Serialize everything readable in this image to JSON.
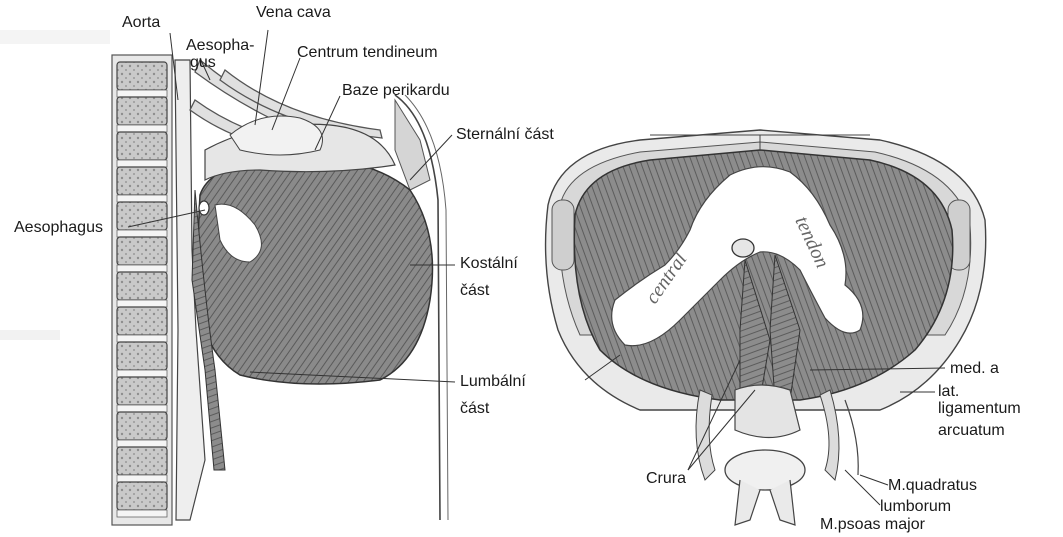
{
  "left_figure": {
    "labels": {
      "aorta": "Aorta",
      "vena_cava": "Vena cava",
      "aesophagus_top_1": "Aesopha-",
      "aesophagus_top_2": "gus",
      "centrum_tendineum": "Centrum tendineum",
      "baze_perikardu": "Baze perikardu",
      "sternalni_cast": "Sternální část",
      "aesophagus_side": "Aesophagus",
      "kostalni_1": "Kostální",
      "kostalni_2": "část",
      "lumbalni_1": "Lumbální",
      "lumbalni_2": "část"
    }
  },
  "right_figure": {
    "tendon_text_left": "central",
    "tendon_text_right": "tendon",
    "labels": {
      "med_a": "med. a",
      "lat": "lat.",
      "ligamentum": "ligamentum",
      "arcuatum": "arcuatum",
      "crura": "Crura",
      "m_quadratus": "M.quadratus",
      "lumborum": "lumborum",
      "m_psoas": "M.psoas major"
    }
  },
  "colors": {
    "muscle": "#7a7a7a",
    "bone": "#c8c8c8",
    "tendon": "#ffffff",
    "line": "#333333",
    "background": "#ffffff"
  }
}
